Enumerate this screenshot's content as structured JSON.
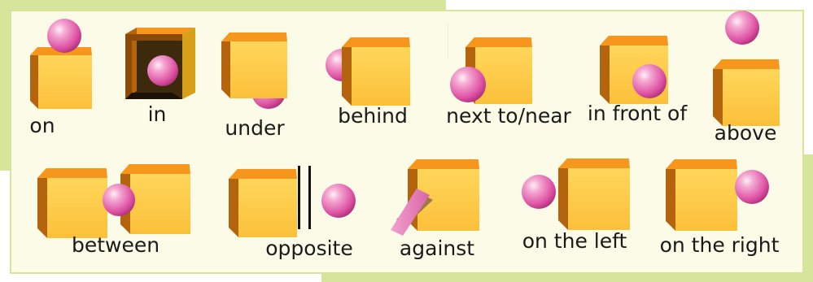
{
  "top_row": [
    "on",
    "in",
    "under",
    "behind",
    "next to/near",
    "in front of",
    "above"
  ],
  "bottom_row": [
    "between",
    "opposite",
    "against",
    "on the left",
    "on the right"
  ],
  "colors": {
    "page": "#ffffff",
    "frame_green": "#d5e59a",
    "panel": "#fbfbe8",
    "cube_top": "#f7961d",
    "cube_front": "#fdd04c",
    "cube_side": "#b5640e",
    "ball": "#e45aab",
    "board": "#ec86c0"
  },
  "icons": [
    "cube-icon",
    "ball-icon",
    "board-icon",
    "double-bar-icon"
  ]
}
